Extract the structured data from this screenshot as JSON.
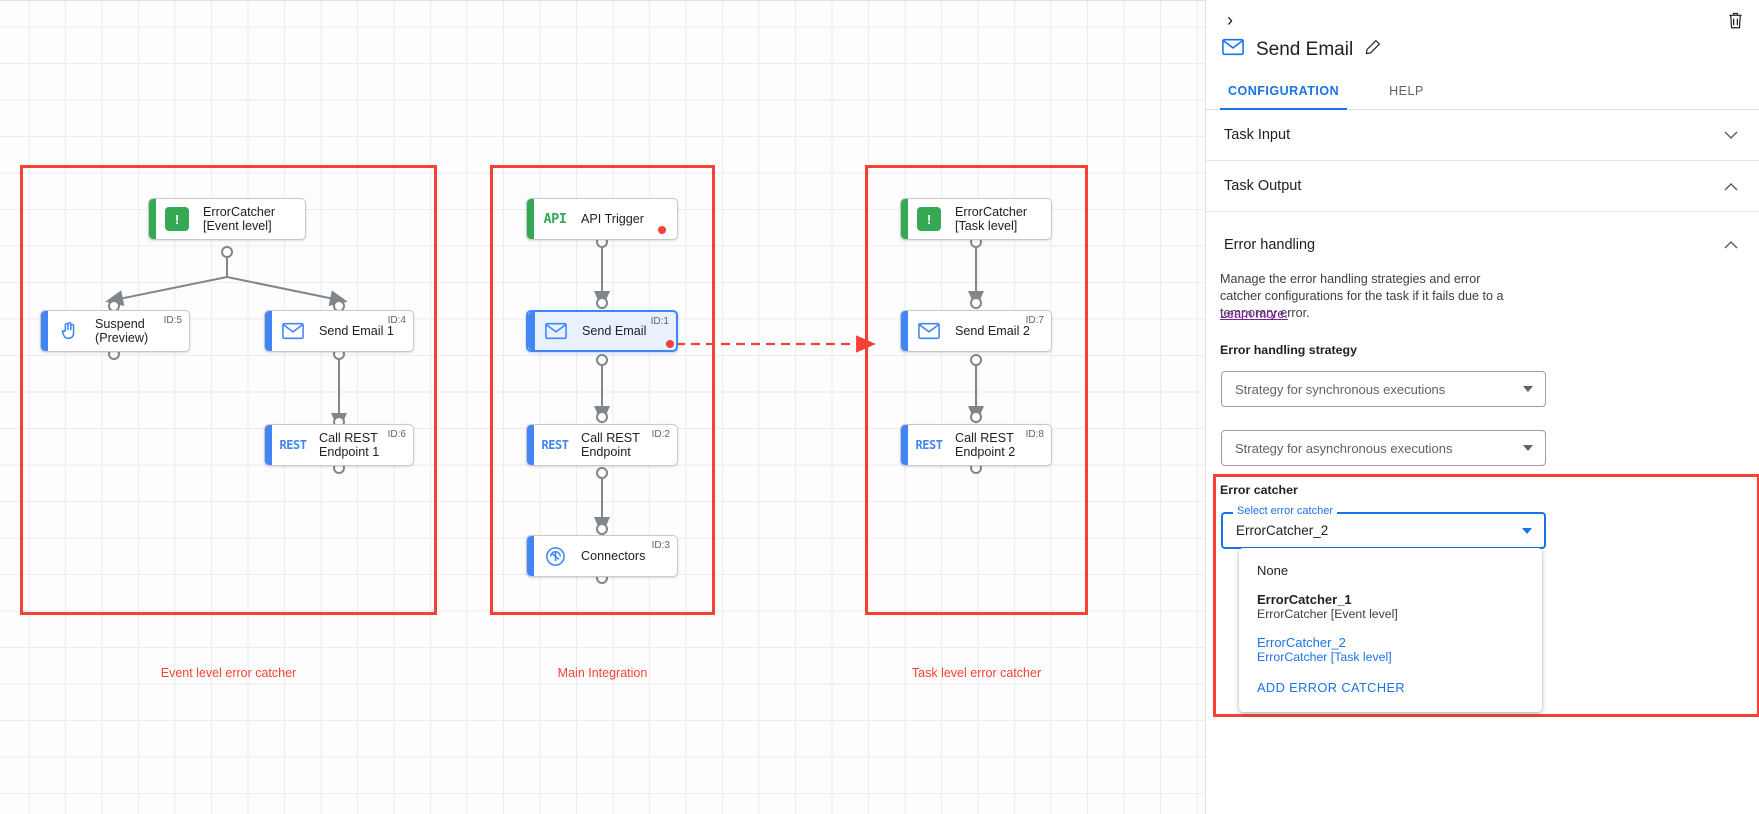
{
  "canvas": {
    "groups": [
      {
        "label": "Event level error catcher"
      },
      {
        "label": "Main Integration"
      },
      {
        "label": "Task level error catcher"
      }
    ],
    "nodes": {
      "errorcatcher_event": {
        "label": "ErrorCatcher\n[Event level]",
        "icon": "error-catcher-icon",
        "id": ""
      },
      "suspend": {
        "label": "Suspend\n(Preview)",
        "icon": "suspend-hand-icon",
        "id": "ID:5"
      },
      "send_email_1": {
        "label": "Send Email 1",
        "icon": "email-icon",
        "id": "ID:4"
      },
      "call_rest_1": {
        "label": "Call REST\nEndpoint 1",
        "icon": "rest-icon",
        "id": "ID:6"
      },
      "api_trigger": {
        "label": "API Trigger",
        "icon": "api-icon",
        "id": ""
      },
      "send_email": {
        "label": "Send Email",
        "icon": "email-icon",
        "id": "ID:1"
      },
      "call_rest": {
        "label": "Call REST\nEndpoint",
        "icon": "rest-icon",
        "id": "ID:2"
      },
      "connectors": {
        "label": "Connectors",
        "icon": "connectors-icon",
        "id": "ID:3"
      },
      "errorcatcher_task": {
        "label": "ErrorCatcher\n[Task level]",
        "icon": "error-catcher-icon",
        "id": ""
      },
      "send_email_2": {
        "label": "Send Email 2",
        "icon": "email-icon",
        "id": "ID:7"
      },
      "call_rest_2": {
        "label": "Call REST\nEndpoint 2",
        "icon": "rest-icon",
        "id": "ID:8"
      }
    },
    "icon_text": {
      "api": "API",
      "rest": "REST",
      "errorcatcher": "!"
    }
  },
  "panel": {
    "collapse_glyph": "›",
    "title": "Send Email",
    "tabs": [
      {
        "label": "CONFIGURATION",
        "active": true
      },
      {
        "label": "HELP",
        "active": false
      }
    ],
    "sections": [
      {
        "label": "Task Input",
        "expanded": false
      },
      {
        "label": "Task Output",
        "expanded": true
      },
      {
        "label": "Error handling",
        "expanded": true
      }
    ],
    "error_handling": {
      "description": "Manage the error handling strategies and error catcher configurations for the task if it fails due to a temporary error.",
      "learn_more": "Learn more.",
      "strategy_label": "Error handling strategy",
      "sync_select_placeholder": "Strategy for synchronous executions",
      "async_select_placeholder": "Strategy for asynchronous executions",
      "error_catcher_label": "Error catcher",
      "select_float_label": "Select error catcher",
      "select_value": "ErrorCatcher_2",
      "dropdown": {
        "options": [
          {
            "primary": "None",
            "secondary": "",
            "selected": false,
            "bold": false
          },
          {
            "primary": "ErrorCatcher_1",
            "secondary": "ErrorCatcher [Event level]",
            "selected": false,
            "bold": true
          },
          {
            "primary": "ErrorCatcher_2",
            "secondary": "ErrorCatcher [Task level]",
            "selected": true,
            "bold": false
          }
        ],
        "action": "ADD ERROR CATCHER"
      }
    }
  },
  "colors": {
    "accent_blue": "#1a73e8",
    "highlight_red": "#f44336",
    "green": "#34a853",
    "link_purple": "#7b1fa2"
  }
}
